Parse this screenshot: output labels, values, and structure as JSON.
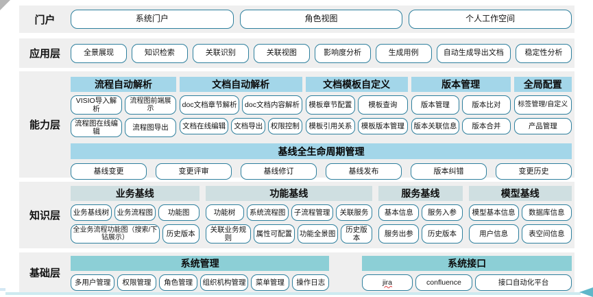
{
  "portal": {
    "label": "门户",
    "buttons": [
      "系统门户",
      "角色视图",
      "个人工作空间"
    ]
  },
  "application": {
    "label": "应用层",
    "buttons": [
      "全景展现",
      "知识检索",
      "关联识别",
      "关联视图",
      "影响度分析",
      "生成用例",
      "自动生成导出文档",
      "稳定性分析"
    ]
  },
  "capability": {
    "label": "能力层",
    "groups": [
      {
        "header": "流程自动解析",
        "rows": [
          [
            "VISIO导入解析",
            "流程图前端展示"
          ],
          [
            "流程图在线编辑",
            "流程图导出"
          ]
        ]
      },
      {
        "header": "文档自动解析",
        "rows": [
          [
            "doc文档章节解析",
            "doc文档内容解析"
          ],
          [
            "文档在线编辑",
            "文档导出",
            "权限控制"
          ]
        ]
      },
      {
        "header": "文档模板自定义",
        "rows": [
          [
            "模板章节配置",
            "模板查询"
          ],
          [
            "模板引用关系",
            "模板版本管理"
          ]
        ]
      },
      {
        "header": "版本管理",
        "rows": [
          [
            "版本管理",
            "版本比对"
          ],
          [
            "版本关联信息",
            "版本合并"
          ]
        ]
      },
      {
        "header": "全局配置",
        "rows": [
          [
            "标签管理/自定义"
          ],
          [
            "产品管理"
          ]
        ]
      }
    ],
    "baseline": {
      "header": "基线全生命周期管理",
      "buttons": [
        "基线变更",
        "变更评审",
        "基线修订",
        "基线发布",
        "版本纠错",
        "变更历史"
      ]
    }
  },
  "knowledge": {
    "label": "知识层",
    "groups": [
      {
        "header": "业务基线",
        "rows": [
          [
            "业务基线树",
            "业务流程图",
            "功能图"
          ],
          [
            "全业务流程功能图（搜索/下钻展示）",
            "历史版本"
          ]
        ]
      },
      {
        "header": "功能基线",
        "rows": [
          [
            "功能树",
            "系统流程图",
            "子流程管理",
            "关联服务"
          ],
          [
            "关联业务规则",
            "属性可配置",
            "功能全景图",
            "历史版本"
          ]
        ]
      },
      {
        "header": "服务基线",
        "rows": [
          [
            "基本信息",
            "服务入参"
          ],
          [
            "服务出参",
            "历史版本"
          ]
        ]
      },
      {
        "header": "模型基线",
        "rows": [
          [
            "模型基本信息",
            "数据库信息"
          ],
          [
            "用户信息",
            "表空间信息"
          ]
        ]
      }
    ]
  },
  "foundation": {
    "label": "基础层",
    "groups": [
      {
        "header": "系统管理",
        "buttons": [
          "多用户管理",
          "权限管理",
          "角色管理",
          "组织机构管理",
          "菜单管理",
          "操作日志"
        ]
      },
      {
        "header": "系统接口",
        "buttons": [
          "jira",
          "confluence",
          "接口自动化平台"
        ]
      }
    ]
  },
  "colors": {
    "band_bg": "#efefef",
    "button_border": "#2d7f9d",
    "capability_header_bg": "#a3d6e9",
    "knowledge_header_bg": "#cfdfe1",
    "foundation_header_bg": "#8ccfd6",
    "accent_line": "#cdeaf0",
    "accent_arrow": "#5fb7c9"
  }
}
